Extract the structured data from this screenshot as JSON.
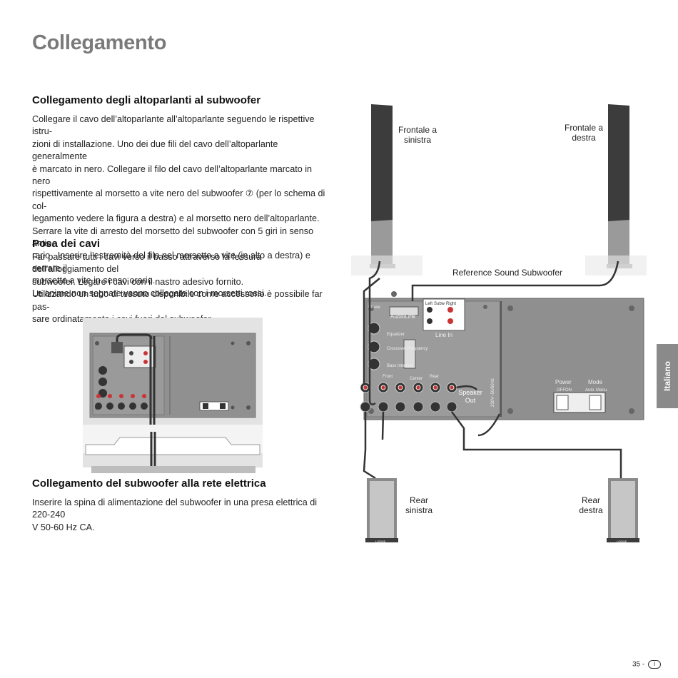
{
  "page_title": "Collegamento",
  "sections": [
    {
      "heading": "Collegamento degli altoparlanti al subwoofer",
      "body": "Collegare il cavo dell’altoparlante all’altoparlante seguendo le rispettive istru-\nzioni di installazione. Uno dei due fili del cavo dell’altoparlante generalmente\nè marcato in nero. Collegare il filo del cavo dell’altoparlante marcato in nero\nrispettivamente al morsetto a vite nero del subwoofer ⑦ (per lo schema di col-\nlegamento vedere la figura a destra) e al morsetto nero dell’altoparlante.\nSerrare la vite di arresto del morsetto del subwoofer con 5 giri in senso antio-\nrario . Inserire l’estremità del filo nel morsetto a vite (in alto a destra) e serrare il\nmorsetto a vite in senso orario.\nLe anime non segnate vanno collegate con i morsetti rossi."
    },
    {
      "heading": "Posa dei cavi",
      "body": "Far passare tutti i cavi verso il basso attraverso la fessura dell’alloggiamento del\nsubwoofer. Legare i cavi con il nastro adesivo fornito.\nUtilizzando un tubo di tessuto disponibile come accessorio è possibile far pas-\nsare ordinatamente i cavi fuori dal subwoofer."
    },
    {
      "heading": "Collegamento del subwoofer alla rete elettrica",
      "body": "Inserire la spina di alimentazione del subwoofer in una presa elettrica di 220-240\nV  50-60 Hz CA."
    }
  ],
  "side_tab": "Italiano",
  "page_number": "35 -",
  "page_lang_mark": "I",
  "diagram": {
    "front_left": "Frontale a\nsinistra",
    "front_right": "Frontale a\ndestra",
    "subwoofer_label": "Reference Sound Subwoofer",
    "rear_left": "Rear\nsinistra",
    "rear_right": "Rear\ndestra",
    "speaker_out": "Speaker\nOut",
    "line_in": "Line In",
    "audiolink": "AudioLink",
    "power": "Power",
    "mode": "Mode",
    "off": "OFF",
    "on": "ON",
    "auto": "Auto",
    "manu": "Manu.",
    "phase": "Phase",
    "equalizer": "Equalizer",
    "crossover": "Crossover\nFrequency",
    "bass": "Bass\nIntensity",
    "front": "Front",
    "rear": "Rear",
    "center": "Center",
    "left": "Left",
    "right": "Right",
    "subw": "Subw",
    "voltage": "230V~50/60Hz",
    "brand": "LOEWE"
  },
  "colors": {
    "title_gray": "#7a7a7a",
    "panel_gray": "#8f8f8f",
    "speaker_dark": "#3c3c3c",
    "tab_gray": "#8a8a8a"
  }
}
